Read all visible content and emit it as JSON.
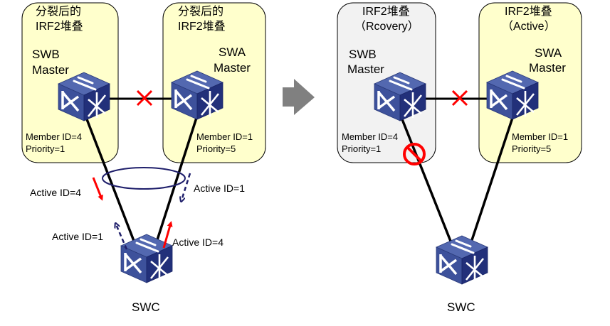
{
  "colors": {
    "stack_fill_active": "#ffffcc",
    "stack_fill_recovery": "#f2f2f2",
    "link": "#000000",
    "fault_mark": "#ff0000",
    "arrow_active4": "#ff0000",
    "arrow_active1": "#1f1f6b",
    "lag_ellipse": "#1f1f6b",
    "transition_arrow": "#808080",
    "switch_blue": "#3b4f9a"
  },
  "left_scene": {
    "stack_b": {
      "title_line1": "分裂后的",
      "title_line2": "IRF2堆叠",
      "device_name": "SWB",
      "role": "Master",
      "member_id": "Member ID=4",
      "priority": "Priority=1"
    },
    "stack_a": {
      "title_line1": "分裂后的",
      "title_line2": "IRF2堆叠",
      "device_name": "SWA",
      "role": "Master",
      "member_id": "Member ID=1",
      "priority": "Priority=5"
    },
    "client": {
      "device_name": "SWC"
    },
    "messages": [
      {
        "label": "Active ID=4",
        "direction": "SWB→SWC",
        "style": "solid-red"
      },
      {
        "label": "Active ID=1",
        "direction": "SWA→SWC",
        "style": "dashed-navy"
      },
      {
        "label": "Active ID=1",
        "direction": "SWC→SWB",
        "style": "dashed-navy"
      },
      {
        "label": "Active ID=4",
        "direction": "SWC→SWA",
        "style": "solid-red"
      }
    ]
  },
  "right_scene": {
    "stack_b": {
      "title_line1": "IRF2堆叠",
      "title_line2": "（Rcovery）",
      "device_name": "SWB",
      "role": "Master",
      "member_id": "Member ID=4",
      "priority": "Priority=1",
      "state": "Recovery"
    },
    "stack_a": {
      "title_line1": "IRF2堆叠",
      "title_line2": "（Active）",
      "device_name": "SWA",
      "role": "Master",
      "member_id": "Member ID=1",
      "priority": "Priority=5",
      "state": "Active"
    },
    "client": {
      "device_name": "SWC"
    },
    "blocked_link": "SWB-SWC"
  }
}
